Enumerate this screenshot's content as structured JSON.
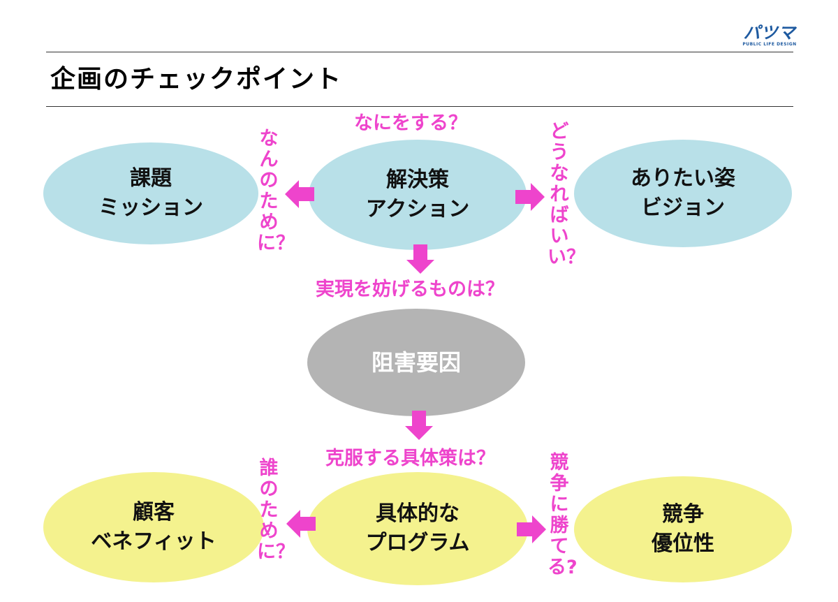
{
  "logo": {
    "mark": "パツマ",
    "sub": "PUBLIC LIFE DESIGN"
  },
  "title": "企画のチェックポイント",
  "nodes": {
    "mission": [
      "課題",
      "ミッション"
    ],
    "action": [
      "解決策",
      "アクション"
    ],
    "vision": [
      "ありたい姿",
      "ビジョン"
    ],
    "barrier": [
      "阻害要因"
    ],
    "benefit": [
      "顧客",
      "ベネフィット"
    ],
    "program": [
      "具体的な",
      "プログラム"
    ],
    "advantage": [
      "競争",
      "優位性"
    ]
  },
  "questions": {
    "what": "なにをする？",
    "why": "なんのために？",
    "how_become": "どうなればいい？",
    "obstacle": "実現を妨げるものは？",
    "overcome": "克服する具体策は？",
    "for_whom": "誰のために？",
    "win": "競争に勝てる?"
  },
  "colors": {
    "arrow": "#ee44cc",
    "blue_node": "#b8e0e8",
    "yellow_node": "#f4f28e",
    "gray_node": "#b4b4b4"
  }
}
